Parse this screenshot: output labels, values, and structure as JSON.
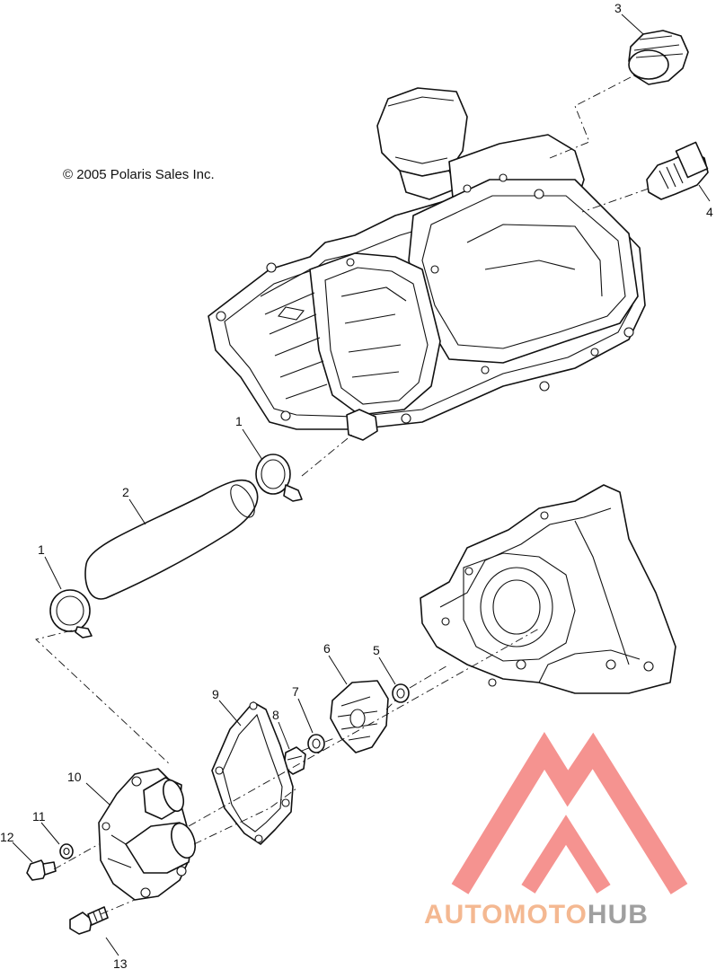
{
  "copyright": "© 2005 Polaris Sales Inc.",
  "callouts": [
    {
      "id": "c3",
      "text": "3"
    },
    {
      "id": "c4",
      "text": "4"
    },
    {
      "id": "c1a",
      "text": "1"
    },
    {
      "id": "c2",
      "text": "2"
    },
    {
      "id": "c1b",
      "text": "1"
    },
    {
      "id": "c6",
      "text": "6"
    },
    {
      "id": "c5",
      "text": "5"
    },
    {
      "id": "c7",
      "text": "7"
    },
    {
      "id": "c9",
      "text": "9"
    },
    {
      "id": "c8",
      "text": "8"
    },
    {
      "id": "c10",
      "text": "10"
    },
    {
      "id": "c11",
      "text": "11"
    },
    {
      "id": "c12",
      "text": "12"
    },
    {
      "id": "c13",
      "text": "13"
    }
  ],
  "watermark": {
    "part1": "AUTOMOTO",
    "part2": "HUB",
    "color_primary": "#f47c78",
    "color_text1": "#f2a97a",
    "color_text2": "#8a8a8a"
  }
}
